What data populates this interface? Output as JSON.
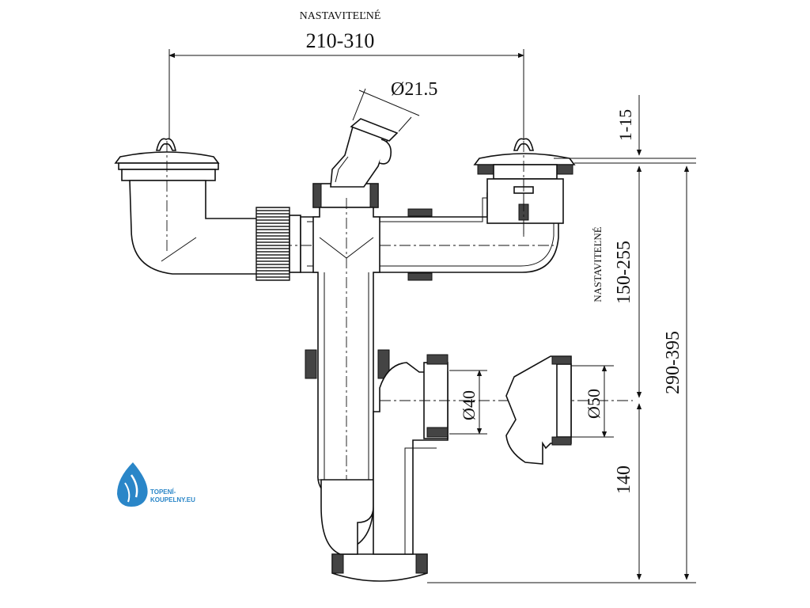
{
  "dimensions": {
    "top_note": "NASTAVITEĽNÉ",
    "top_width": "210-310",
    "pipe_diameter_top": "Ø21.5",
    "right_small": "1-15",
    "right_note": "NASTAVITEĽNÉ",
    "right_mid": "150-255",
    "right_total": "290-395",
    "right_low": "140",
    "outlet_d40": "Ø40",
    "outlet_d50": "Ø50"
  },
  "logo": {
    "line1": "TOPENÍ-",
    "line2": "KOUPELNY.EU",
    "color": "#2a86c8"
  }
}
